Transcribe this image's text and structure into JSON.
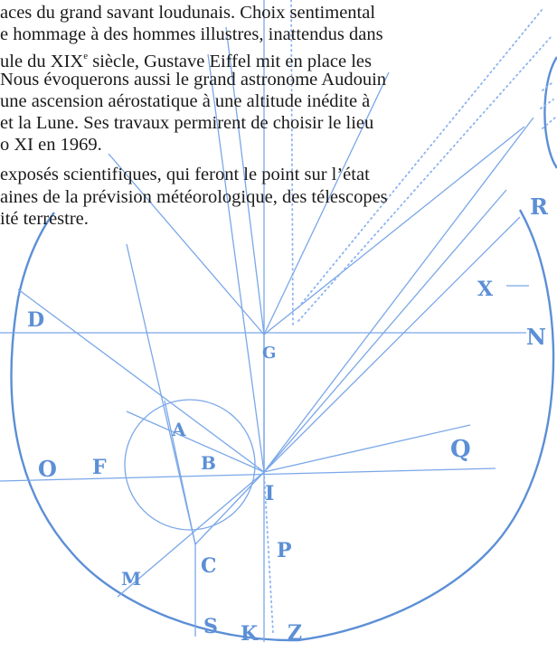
{
  "paragraph1": {
    "line1": "aces du grand savant loudunais. Choix sentimental",
    "line2": "e hommage à des hommes illustres, inattendus dans",
    "line3_a": "ule du XIX",
    "line3_sup": "e",
    "line3_b": " siècle, Gustave Eiffel mit en place les",
    "line4": "Nous évoquerons aussi le grand astronome Audouin",
    "line5": "une ascension aérostatique à une altitude inédite à",
    "line6": "et la Lune. Ses travaux permirent de choisir le lieu",
    "line7": "o XI en 1969."
  },
  "paragraph2": {
    "line1": "exposés scientifiques, qui feront le point sur l’état",
    "line2": "aines de la prévision météorologique, des télescopes",
    "line3": "ité terrestre."
  },
  "figure_labels": {
    "R": "R",
    "X": "X",
    "D": "D",
    "N": "N",
    "G": "G",
    "A": "A",
    "O": "O",
    "F": "F",
    "B": "B",
    "I": "I",
    "Q": "Q",
    "C": "C",
    "P": "P",
    "M": "M",
    "S": "S",
    "K": "K",
    "Z": "Z"
  }
}
